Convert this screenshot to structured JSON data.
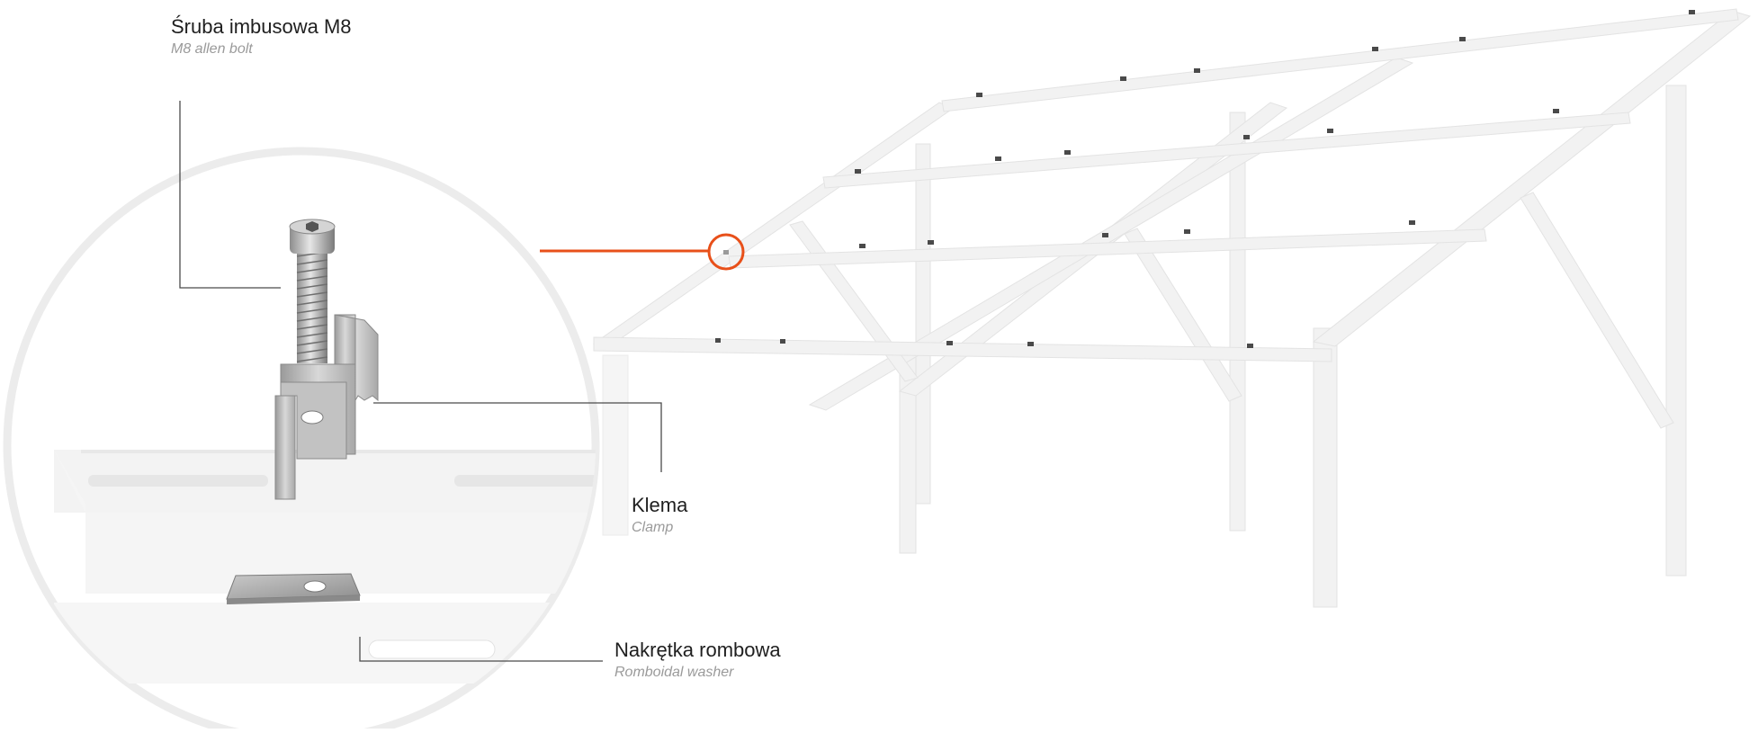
{
  "labels": {
    "bolt": {
      "title": "Śruba imbusowa M8",
      "subtitle": "M8 allen bolt"
    },
    "clamp": {
      "title": "Klema",
      "subtitle": "Clamp"
    },
    "washer": {
      "title": "Nakrętka rombowa",
      "subtitle": "Romboidal washer"
    }
  },
  "colors": {
    "accent": "#e8501a",
    "frame": "#f1f1f1",
    "leader": "#555555",
    "metal": "#b8b8b8"
  },
  "icons": {
    "detail_marker": "highlight-circle-icon"
  }
}
